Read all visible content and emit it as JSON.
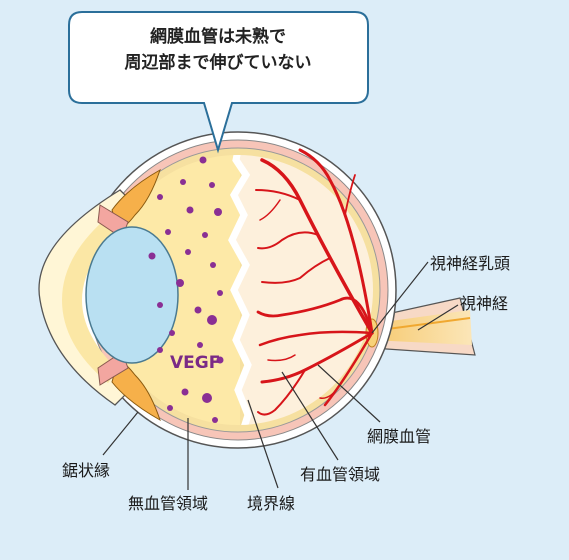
{
  "callout": {
    "line1": "網膜血管は未熟で",
    "line2": "周辺部まで伸びていない"
  },
  "labels": {
    "vegf": "VEGF",
    "optic_disc": "視神経乳頭",
    "optic_nerve": "視神経",
    "retinal_vessels": "網膜血管",
    "vascular_region": "有血管領域",
    "ora_serrata": "鋸状縁",
    "avascular_region": "無血管領域",
    "boundary_line": "境界線"
  },
  "colors": {
    "background": "#dcedf8",
    "vessels": "#d7151a",
    "vegf_dots": "#8a2f94",
    "avascular_fill": "#fde9a7",
    "vascular_fill": "#fdf0dc",
    "lens": "#b9e0f2"
  }
}
